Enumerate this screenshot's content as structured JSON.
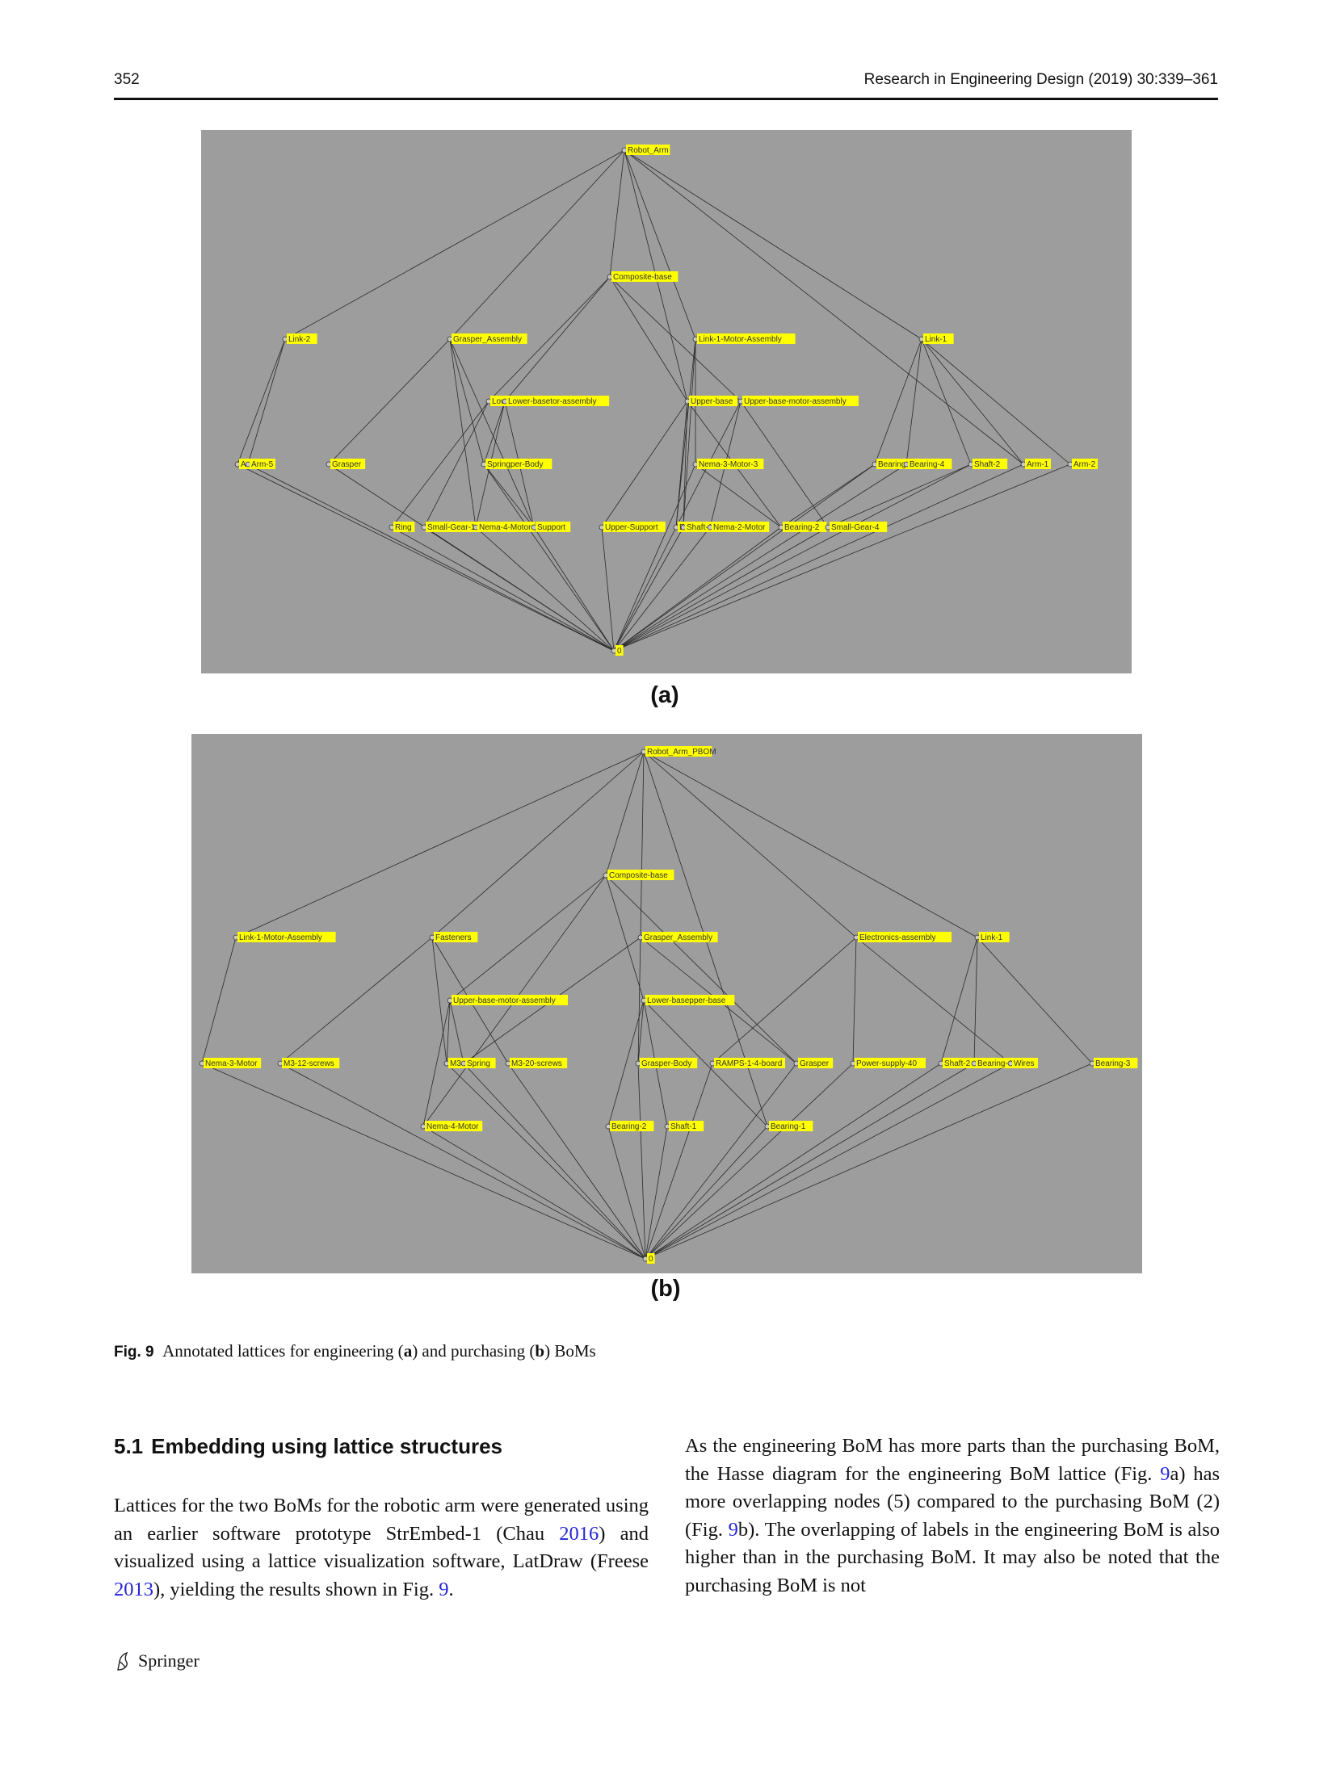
{
  "header": {
    "page_number": "352",
    "journal": "Research in Engineering Design (2019) 30:339–361"
  },
  "figure": {
    "panel_a_label": "(a)",
    "panel_b_label": "(b)",
    "caption_label": "Fig. 9",
    "caption_text_1": "Annotated lattices for engineering (",
    "caption_a": "a",
    "caption_text_2": ") and purchasing (",
    "caption_b": "b",
    "caption_text_3": ") BoMs",
    "lattice_a": {
      "nodes": [
        "Robot_Arm",
        "Composite-base",
        "Link-2",
        "Grasper_Assembly",
        "Link-1-Motor-Assembly",
        "Link-1",
        "Low",
        "Lower-basetor-assembly",
        "Upper-base",
        "Upper-base-motor-assembly",
        "Ar",
        "Arm-5",
        "Grasper",
        "Springper-Body",
        "Nema-3-Motor-3",
        "Bearing",
        "Bearing-4",
        "Shaft-2",
        "Arm-1",
        "Arm-2",
        "Ring",
        "Small-Gear-1",
        "Nema-4-Motor",
        "Support",
        "Upper-Support",
        "E",
        "Shaft-1",
        "Nema-2-Motor",
        "Bearing-2",
        "Small-Gear-4",
        "0"
      ]
    },
    "lattice_b": {
      "nodes": [
        "Robot_Arm_PBOM",
        "Composite-base",
        "Link-1-Motor-Assembly",
        "Fasteners",
        "Grasper_Assembly",
        "Electronics-assembly",
        "Link-1",
        "Upper-base-motor-assembly",
        "Lower-basepper-base",
        "Nema-3-Motor",
        "M3-12-screws",
        "M3-1",
        "Spring",
        "M3-20-screws",
        "Grasper-Body",
        "RAMPS-1-4-board",
        "Grasper",
        "Power-supply-40",
        "Shaft-2",
        "Bearing-4",
        "Wires",
        "Bearing-3",
        "Nema-4-Motor",
        "Bearing-2",
        "Shaft-1",
        "Bearing-1",
        "0"
      ]
    }
  },
  "section": {
    "number": "5.1",
    "title": "Embedding using lattice structures"
  },
  "body": {
    "left_1": "Lattices for the two BoMs for the robotic arm were generated using an earlier software prototype StrEmbed-1 (Chau ",
    "left_ref1": "2016",
    "left_2": ") and visualized using a lattice visualization software, LatDraw (Freese ",
    "left_ref2": "2013",
    "left_3": "), yielding the results shown in Fig. ",
    "left_ref3": "9",
    "left_4": ".",
    "right_1": "As the engineering BoM has more parts than the purchasing BoM, the Hasse diagram for the engineering BoM lattice (Fig. ",
    "right_ref1": "9",
    "right_2": "a) has more overlapping nodes (5) compared to the purchasing BoM (2) (Fig. ",
    "right_ref2": "9",
    "right_3": "b). The overlapping of labels in the engineering BoM is also higher than in the purchasing BoM. It may also be noted that the purchasing BoM is not"
  },
  "footer": {
    "publisher": "Springer"
  }
}
